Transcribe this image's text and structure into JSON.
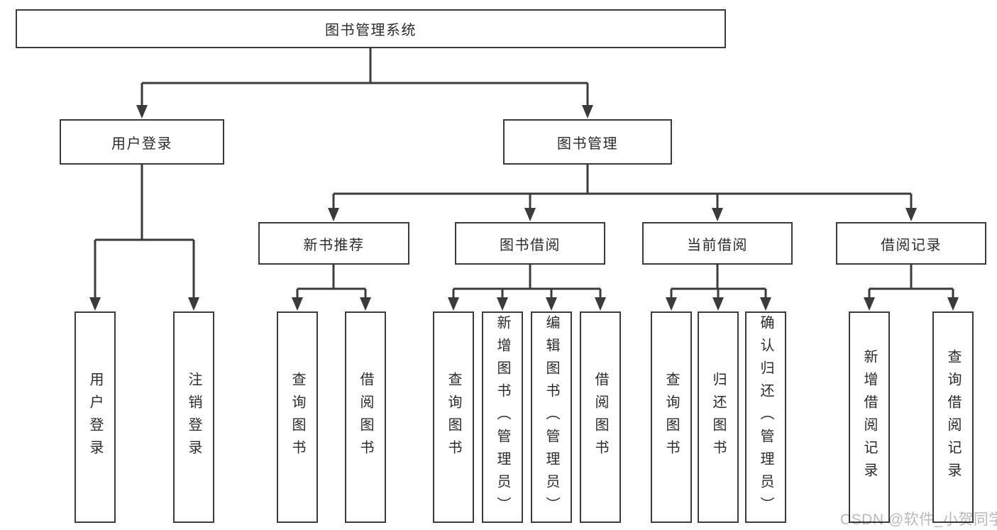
{
  "nodes": {
    "root": "图书管理系统",
    "level2": {
      "user_login": "用户登录",
      "book_mgmt": "图书管理"
    },
    "user_login_children": [
      "用户登录",
      "注销登录"
    ],
    "level3": {
      "new_book": "新书推荐",
      "book_borrow": "图书借阅",
      "current_borrow": "当前借阅",
      "borrow_records": "借阅记录"
    },
    "new_book_children": [
      "查询图书",
      "借阅图书"
    ],
    "book_borrow_children": [
      "查询图书",
      "新增图书（管理员）",
      "编辑图书（管理员）",
      "借阅图书"
    ],
    "current_borrow_children": [
      "查询图书",
      "归还图书",
      "确认归还（管理员）"
    ],
    "borrow_records_children": [
      "新增借阅记录",
      "查询借阅记录"
    ]
  },
  "watermark": "CSDN @软件_小贺同学",
  "colors": {
    "line": "#3b3b3b",
    "text": "#2b2b2b",
    "watermark": "#b9b9b9",
    "background": "#ffffff"
  }
}
